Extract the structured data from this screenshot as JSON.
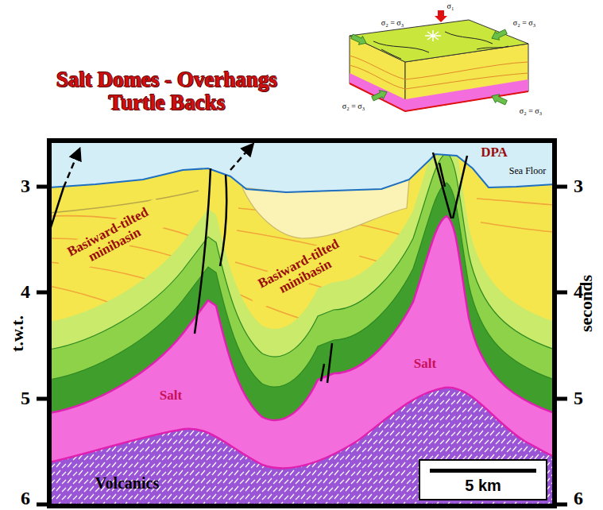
{
  "diagram": {
    "title": "Salt Domes - Overhangs Turtle Backs",
    "nodes": [
      {
        "text": [
          "5 km"
        ]
      }
    ],
    "labels": [
      "σ₁",
      "σ₂ = σ₃",
      "σ₂ = σ₃",
      "σ₂ = σ₃",
      "σ₂ = σ₃",
      "Basiward-tilted minibasin",
      "Basiward-tilted minibasin",
      "Salt",
      "Salt",
      "Volcanics",
      "DPA",
      "Sea Floor",
      "t.w.t.",
      "seconds",
      "3",
      "4",
      "5",
      "6",
      "3",
      "4",
      "5",
      "6"
    ]
  }
}
